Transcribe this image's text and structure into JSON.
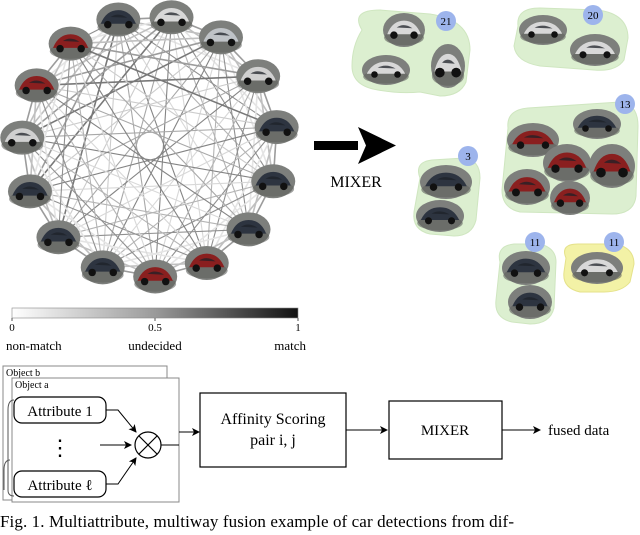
{
  "graph": {
    "scale_ticks": [
      "0",
      "0.5",
      "1"
    ],
    "scale_labels": [
      "non-match",
      "undecided",
      "match"
    ]
  },
  "arrow_label": "MIXER",
  "clusters": [
    {
      "count": "21",
      "items": [
        "white SUV",
        "white SUV",
        "white SUV"
      ],
      "highlight": false
    },
    {
      "count": "20",
      "items": [
        "silver sedan",
        "silver sedan"
      ],
      "highlight": false
    },
    {
      "count": "13",
      "items": [
        "dark red car",
        "black sedan",
        "red car",
        "red car",
        "red car",
        "red car"
      ],
      "highlight": false
    },
    {
      "count": "3",
      "items": [
        "dark car",
        "dark car"
      ],
      "highlight": false
    },
    {
      "count": "11",
      "items": [
        "dark car",
        "dark blue car"
      ],
      "highlight": false
    },
    {
      "count": "11",
      "items": [
        "silver car"
      ],
      "highlight": true
    }
  ],
  "flow": {
    "object_b": "Object b",
    "object_a": "Object a",
    "attribute_1": "Attribute 1",
    "ellipsis": "⋮",
    "attribute_l": "Attribute ℓ",
    "affinity_line1": "Affinity Scoring",
    "affinity_line2": "pair i, j",
    "mixer_box": "MIXER",
    "output": "fused data"
  },
  "caption": "Fig. 1.    Multiattribute, multiway fusion example of car detections from dif-",
  "colors": {
    "cluster_fill": "#dcefd0",
    "highlight_fill": "#f3f2a6",
    "badge_fill": "#9db4ec",
    "car_red": "#8a1f1f",
    "car_white": "#d8d8d8",
    "car_dark": "#2d3440"
  }
}
